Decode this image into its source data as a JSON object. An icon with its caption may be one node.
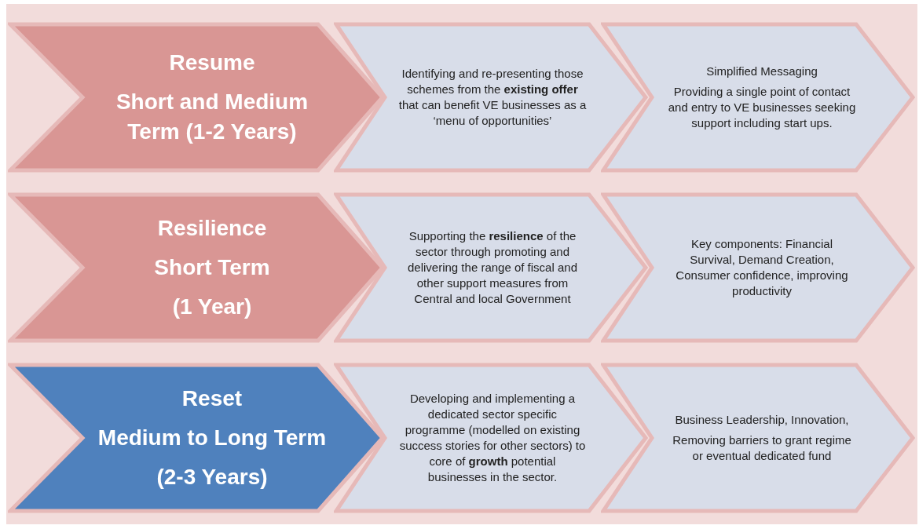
{
  "diagram": {
    "nodes": [
      {
        "text": [
          "Resume",
          "Short and Medium Term (1-2 Years)"
        ]
      },
      {
        "text": [
          "Identifying and re-presenting those schemes from the **existing offer** that can benefit VE businesses as a ‘menu of opportunities’"
        ]
      },
      {
        "text": [
          "Simplified Messaging",
          "Providing a single point of contact and entry to VE businesses seeking support including start ups."
        ]
      },
      {
        "text": [
          "Resilience",
          "Short Term",
          "(1 Year)"
        ]
      },
      {
        "text": [
          "Supporting the **resilience** of the sector through promoting and delivering the range of fiscal and other support measures from Central and local Government"
        ]
      },
      {
        "text": [
          "Key components: Financial Survival, Demand Creation, Consumer confidence, improving productivity"
        ]
      },
      {
        "text": [
          "Reset",
          "Medium to Long Term",
          "(2-3 Years)"
        ]
      },
      {
        "text": [
          "Developing and implementing a dedicated sector specific programme (modelled on existing success stories for other sectors) to core of **growth** potential businesses in the sector."
        ]
      },
      {
        "text": [
          "Business Leadership, Innovation,",
          "Removing barriers to grant regime or eventual dedicated fund"
        ]
      }
    ]
  }
}
